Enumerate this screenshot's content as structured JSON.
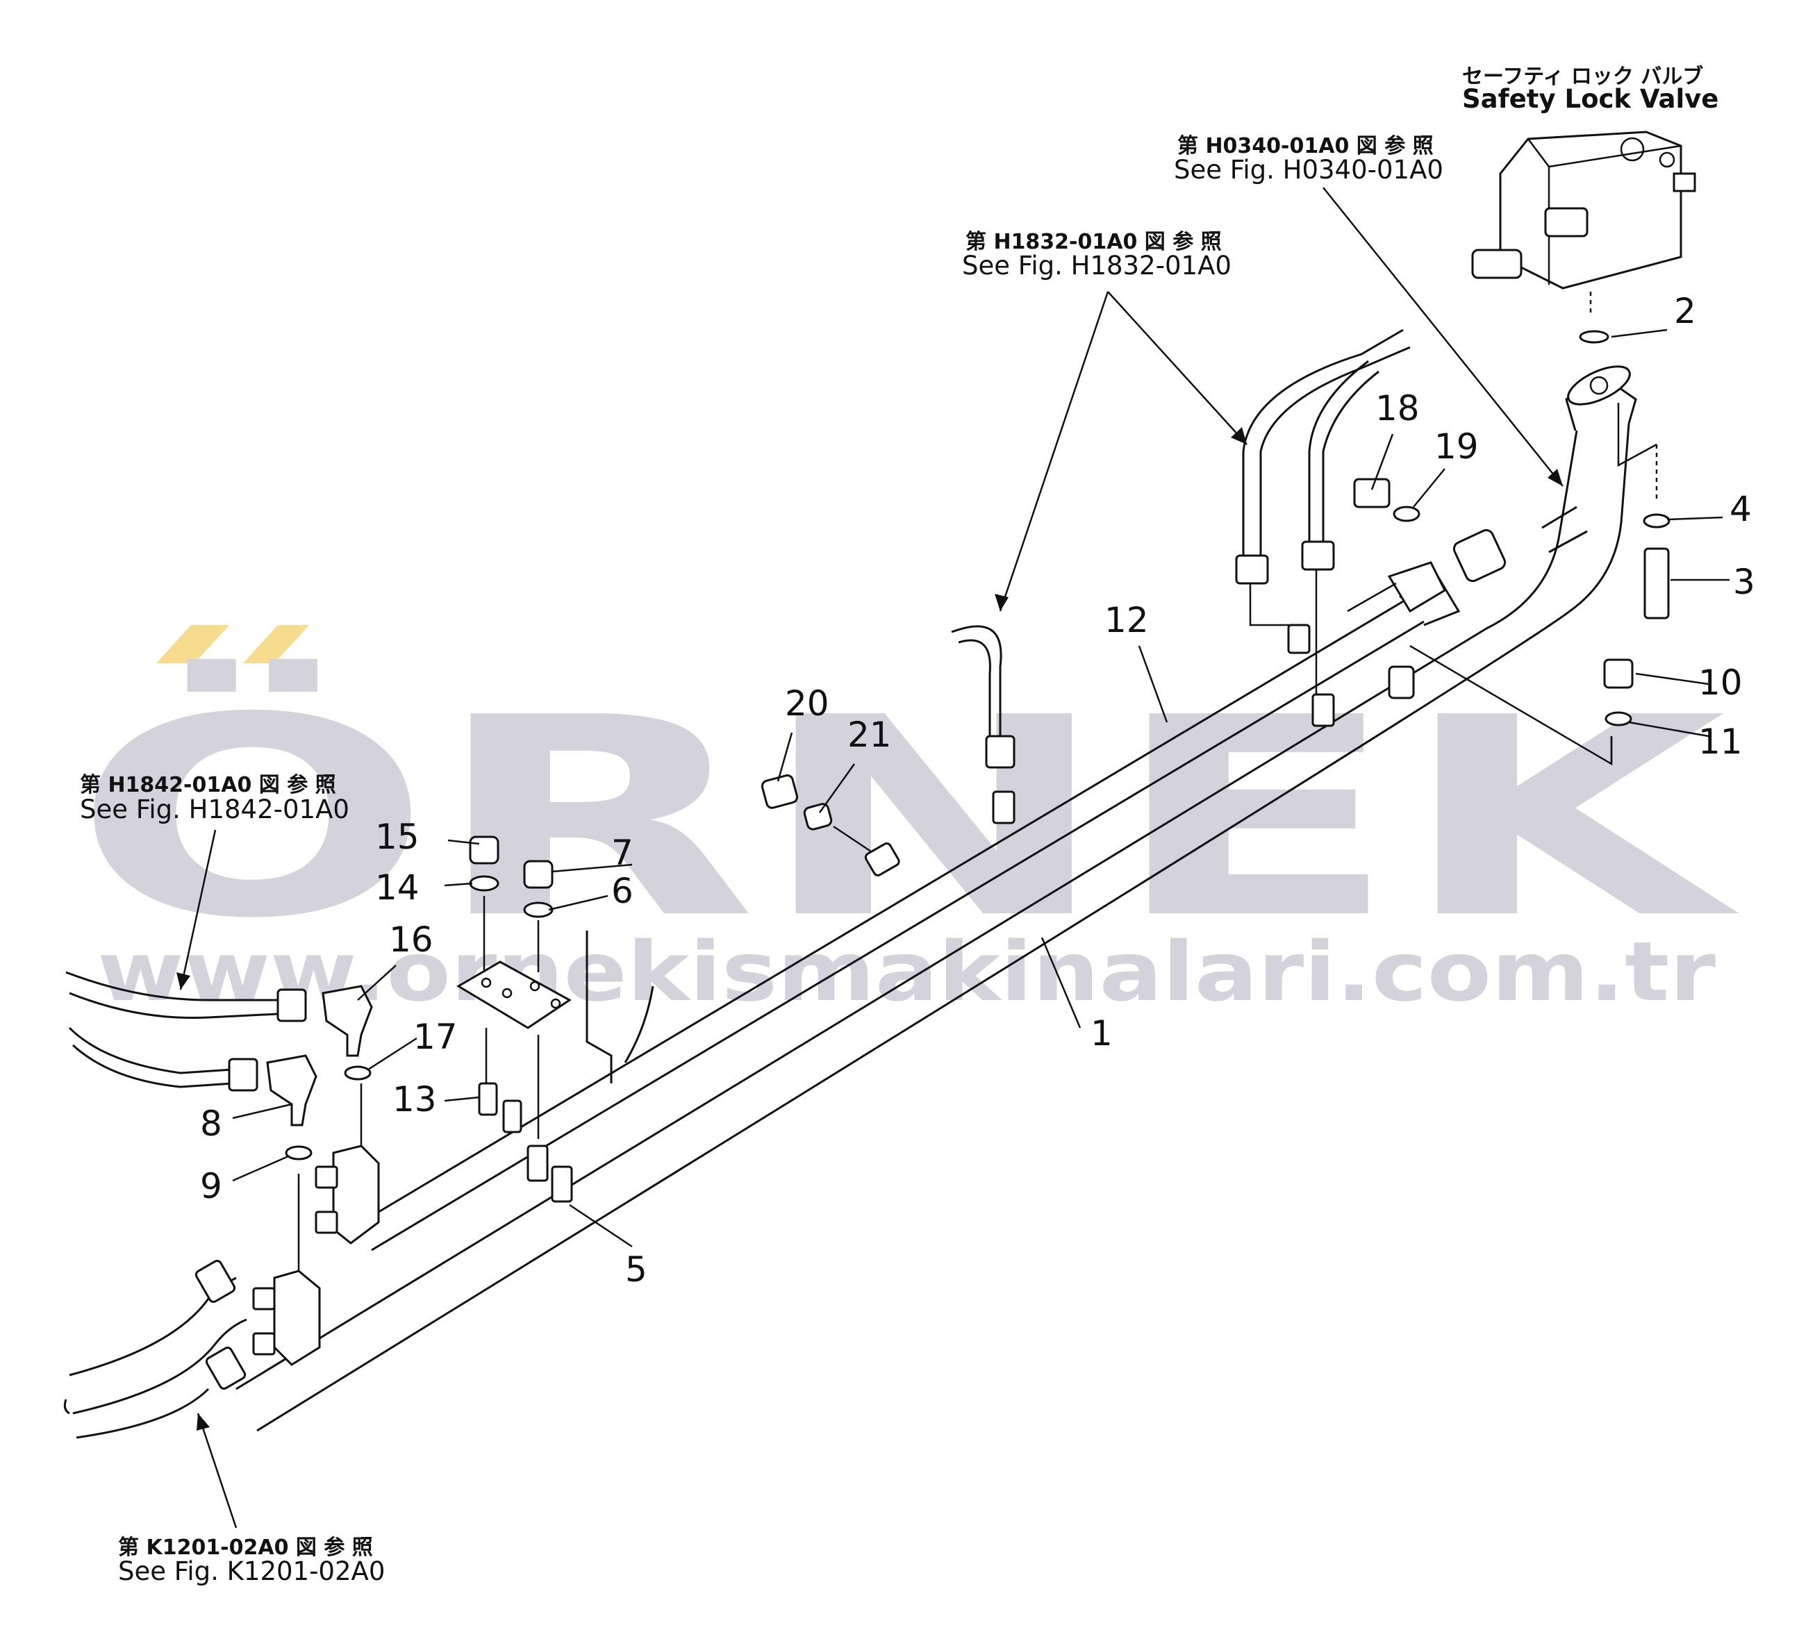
{
  "watermark": {
    "main": "ÖRNEK",
    "url": "www.ornekismakinalari.com.tr",
    "text_color": "#d4d3db",
    "accent_color": "#f7dc8e"
  },
  "references": {
    "safety_lock_valve": {
      "jp": "セーフティ ロック バルブ",
      "en": "Safety Lock Valve"
    },
    "h0340": {
      "jp": "第 H0340-01A0 図 参 照",
      "en": "See Fig. H0340-01A0"
    },
    "h1832": {
      "jp": "第 H1832-01A0 図 参 照",
      "en": "See Fig. H1832-01A0"
    },
    "h1842": {
      "jp": "第 H1842-01A0 図 参 照",
      "en": "See Fig. H1842-01A0"
    },
    "k1201": {
      "jp": "第 K1201-02A0 図 参 照",
      "en": "See Fig. K1201-02A0"
    }
  },
  "callouts": [
    "1",
    "2",
    "3",
    "4",
    "5",
    "6",
    "7",
    "8",
    "9",
    "10",
    "11",
    "12",
    "13",
    "14",
    "15",
    "16",
    "17",
    "18",
    "19",
    "20",
    "21"
  ],
  "colors": {
    "line": "#111111",
    "background": "#ffffff"
  }
}
